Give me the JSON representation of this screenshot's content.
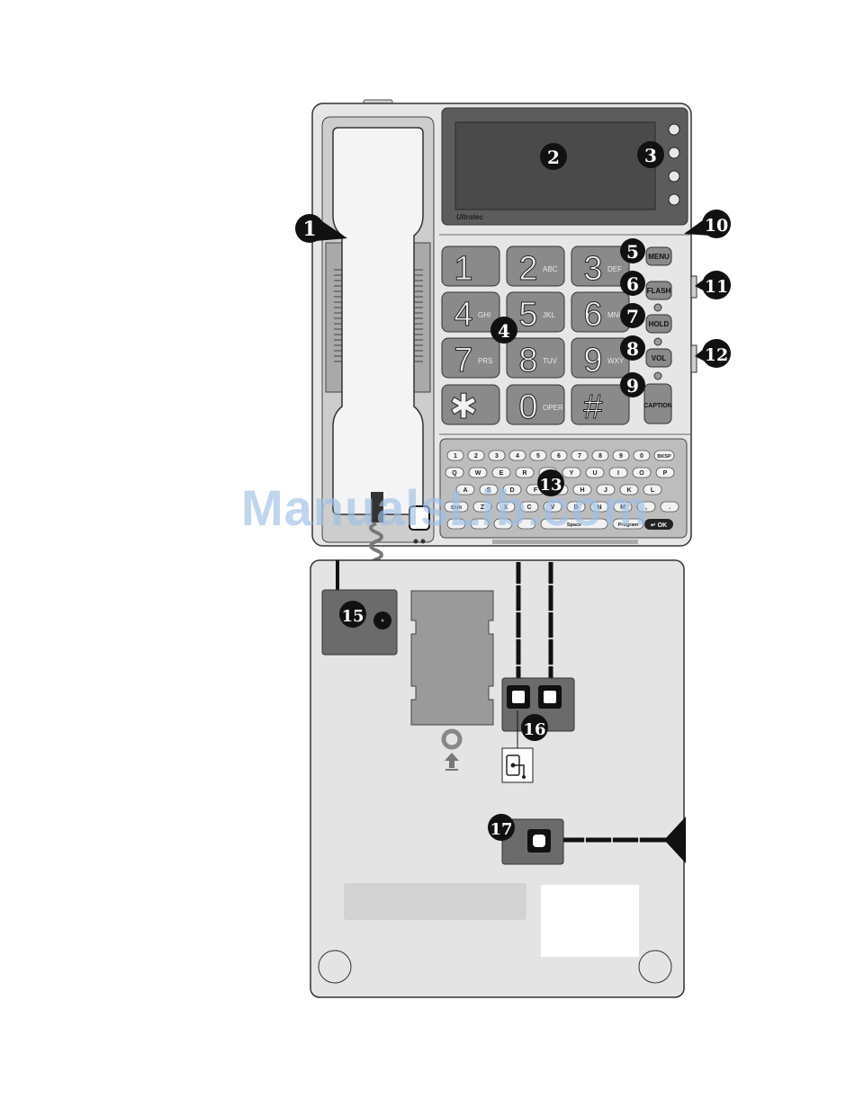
{
  "brand": "Ultratec",
  "display": {
    "callout": "2"
  },
  "keypad": [
    {
      "digit": "1",
      "letters": ""
    },
    {
      "digit": "2",
      "letters": "ABC"
    },
    {
      "digit": "3",
      "letters": "DEF"
    },
    {
      "digit": "4",
      "letters": "GHI"
    },
    {
      "digit": "5",
      "letters": "JKL"
    },
    {
      "digit": "6",
      "letters": "MNO"
    },
    {
      "digit": "7",
      "letters": "PRS"
    },
    {
      "digit": "8",
      "letters": "TUV"
    },
    {
      "digit": "9",
      "letters": "WXY"
    },
    {
      "digit": "✱",
      "letters": ""
    },
    {
      "digit": "0",
      "letters": "OPER"
    },
    {
      "digit": "#",
      "letters": ""
    }
  ],
  "function_buttons": {
    "menu": "MENU",
    "flash": "FLASH",
    "hold": "HOLD",
    "vol": "VOL",
    "caption": "CAPTION"
  },
  "keyboard": {
    "row1": [
      "1",
      "2",
      "3",
      "4",
      "5",
      "6",
      "7",
      "8",
      "9",
      "0",
      "BKSP"
    ],
    "row2": [
      "Q",
      "W",
      "E",
      "R",
      "T",
      "Y",
      "U",
      "I",
      "O",
      "P"
    ],
    "row3": [
      "A",
      "S",
      "D",
      "F",
      "G",
      "H",
      "J",
      "K",
      "L"
    ],
    "row4": [
      "Shift",
      "Z",
      "X",
      "C",
      "V",
      "B",
      "N",
      "M",
      ",",
      "."
    ],
    "row5": [
      "",
      "",
      "",
      "",
      "Space",
      "Program"
    ],
    "ok": "↵ OK"
  },
  "callouts": [
    "1",
    "2",
    "3",
    "4",
    "5",
    "6",
    "7",
    "8",
    "9",
    "10",
    "11",
    "12",
    "13",
    "15",
    "16",
    "17"
  ],
  "watermark": "ManualsLib.com",
  "icons": {
    "handset": "handset-icon",
    "phone_jack": "phone-jack-icon",
    "line_wall": "wall-jack-icon",
    "arrow_up": "arrow-up-icon"
  },
  "colors": {
    "body": "#e8e8e8",
    "dark_panel": "#6b6b6b",
    "screen": "#5a5a5a",
    "key": "#8a8a8a",
    "callout": "#111111"
  }
}
